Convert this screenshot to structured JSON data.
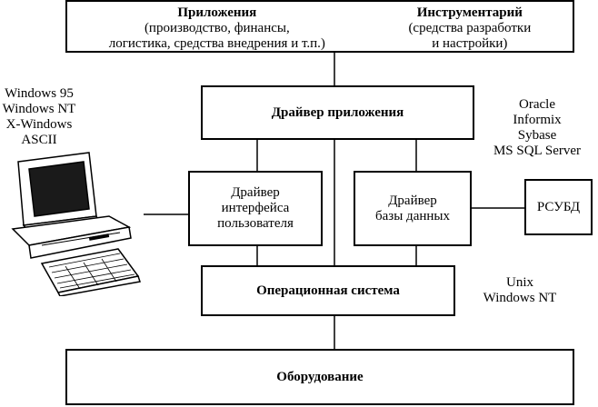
{
  "top": {
    "apps_title": "Приложения",
    "apps_line1": "(производство, финансы,",
    "apps_line2": "логистика, средства внедрения и т.п.)",
    "tools_title": "Инструментарий",
    "tools_line1": "(средства разработки",
    "tools_line2": "и настройки)"
  },
  "app_driver": "Драйвер приложения",
  "ui_driver": [
    "Драйвер",
    "интерфейса",
    "пользователя"
  ],
  "db_driver": [
    "Драйвер",
    "базы данных"
  ],
  "rdbms": "РСУБД",
  "os": "Операционная система",
  "hardware": "Оборудование",
  "client_os": [
    "Windows 95",
    "Windows NT",
    "X-Windows",
    "ASCII"
  ],
  "db_vendors": [
    "Oracle",
    "Informix",
    "Sybase",
    "MS SQL Server"
  ],
  "server_os": [
    "Unix",
    "Windows NT"
  ]
}
